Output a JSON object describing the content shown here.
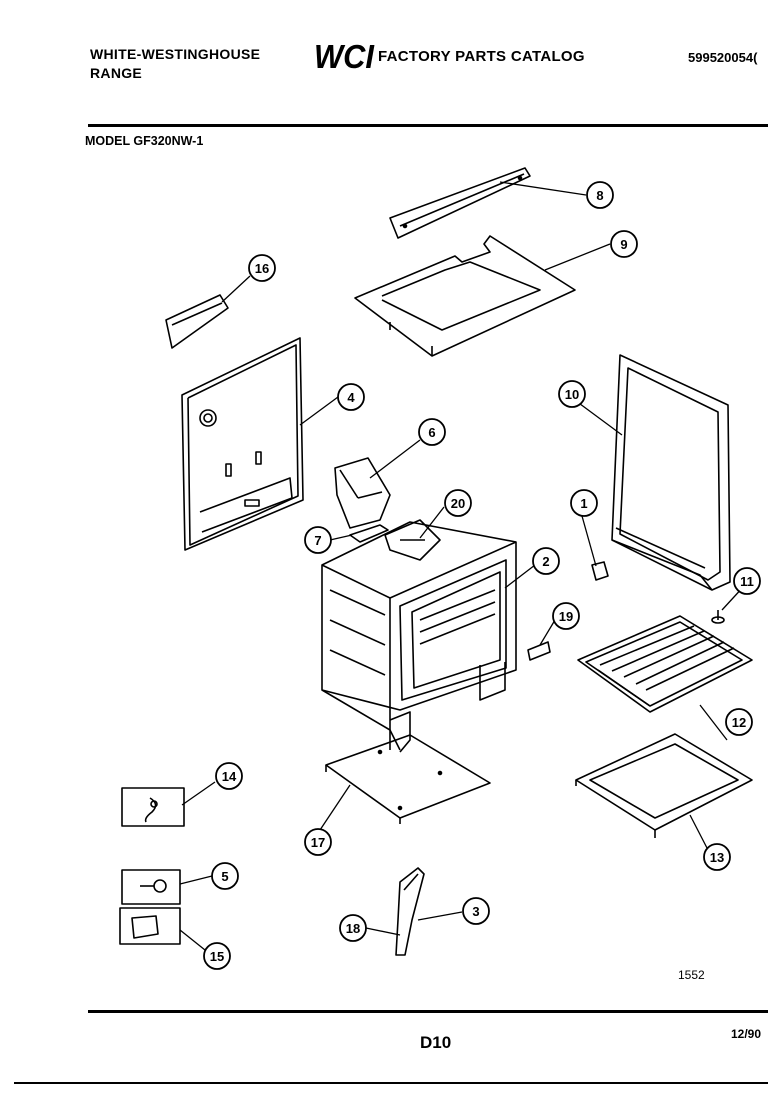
{
  "header": {
    "brand_line1": "WHITE-WESTINGHOUSE",
    "brand_line2": "RANGE",
    "logo_text": "WCI",
    "catalog_title": "FACTORY PARTS CATALOG",
    "document_number": "599520054(",
    "model": "MODEL GF320NW-1"
  },
  "footer": {
    "figure_number": "1552",
    "page_number": "D10",
    "date": "12/90"
  },
  "callouts": [
    "1",
    "2",
    "3",
    "4",
    "5",
    "6",
    "7",
    "8",
    "9",
    "10",
    "11",
    "12",
    "13",
    "14",
    "15",
    "16",
    "17",
    "18",
    "19",
    "20"
  ]
}
